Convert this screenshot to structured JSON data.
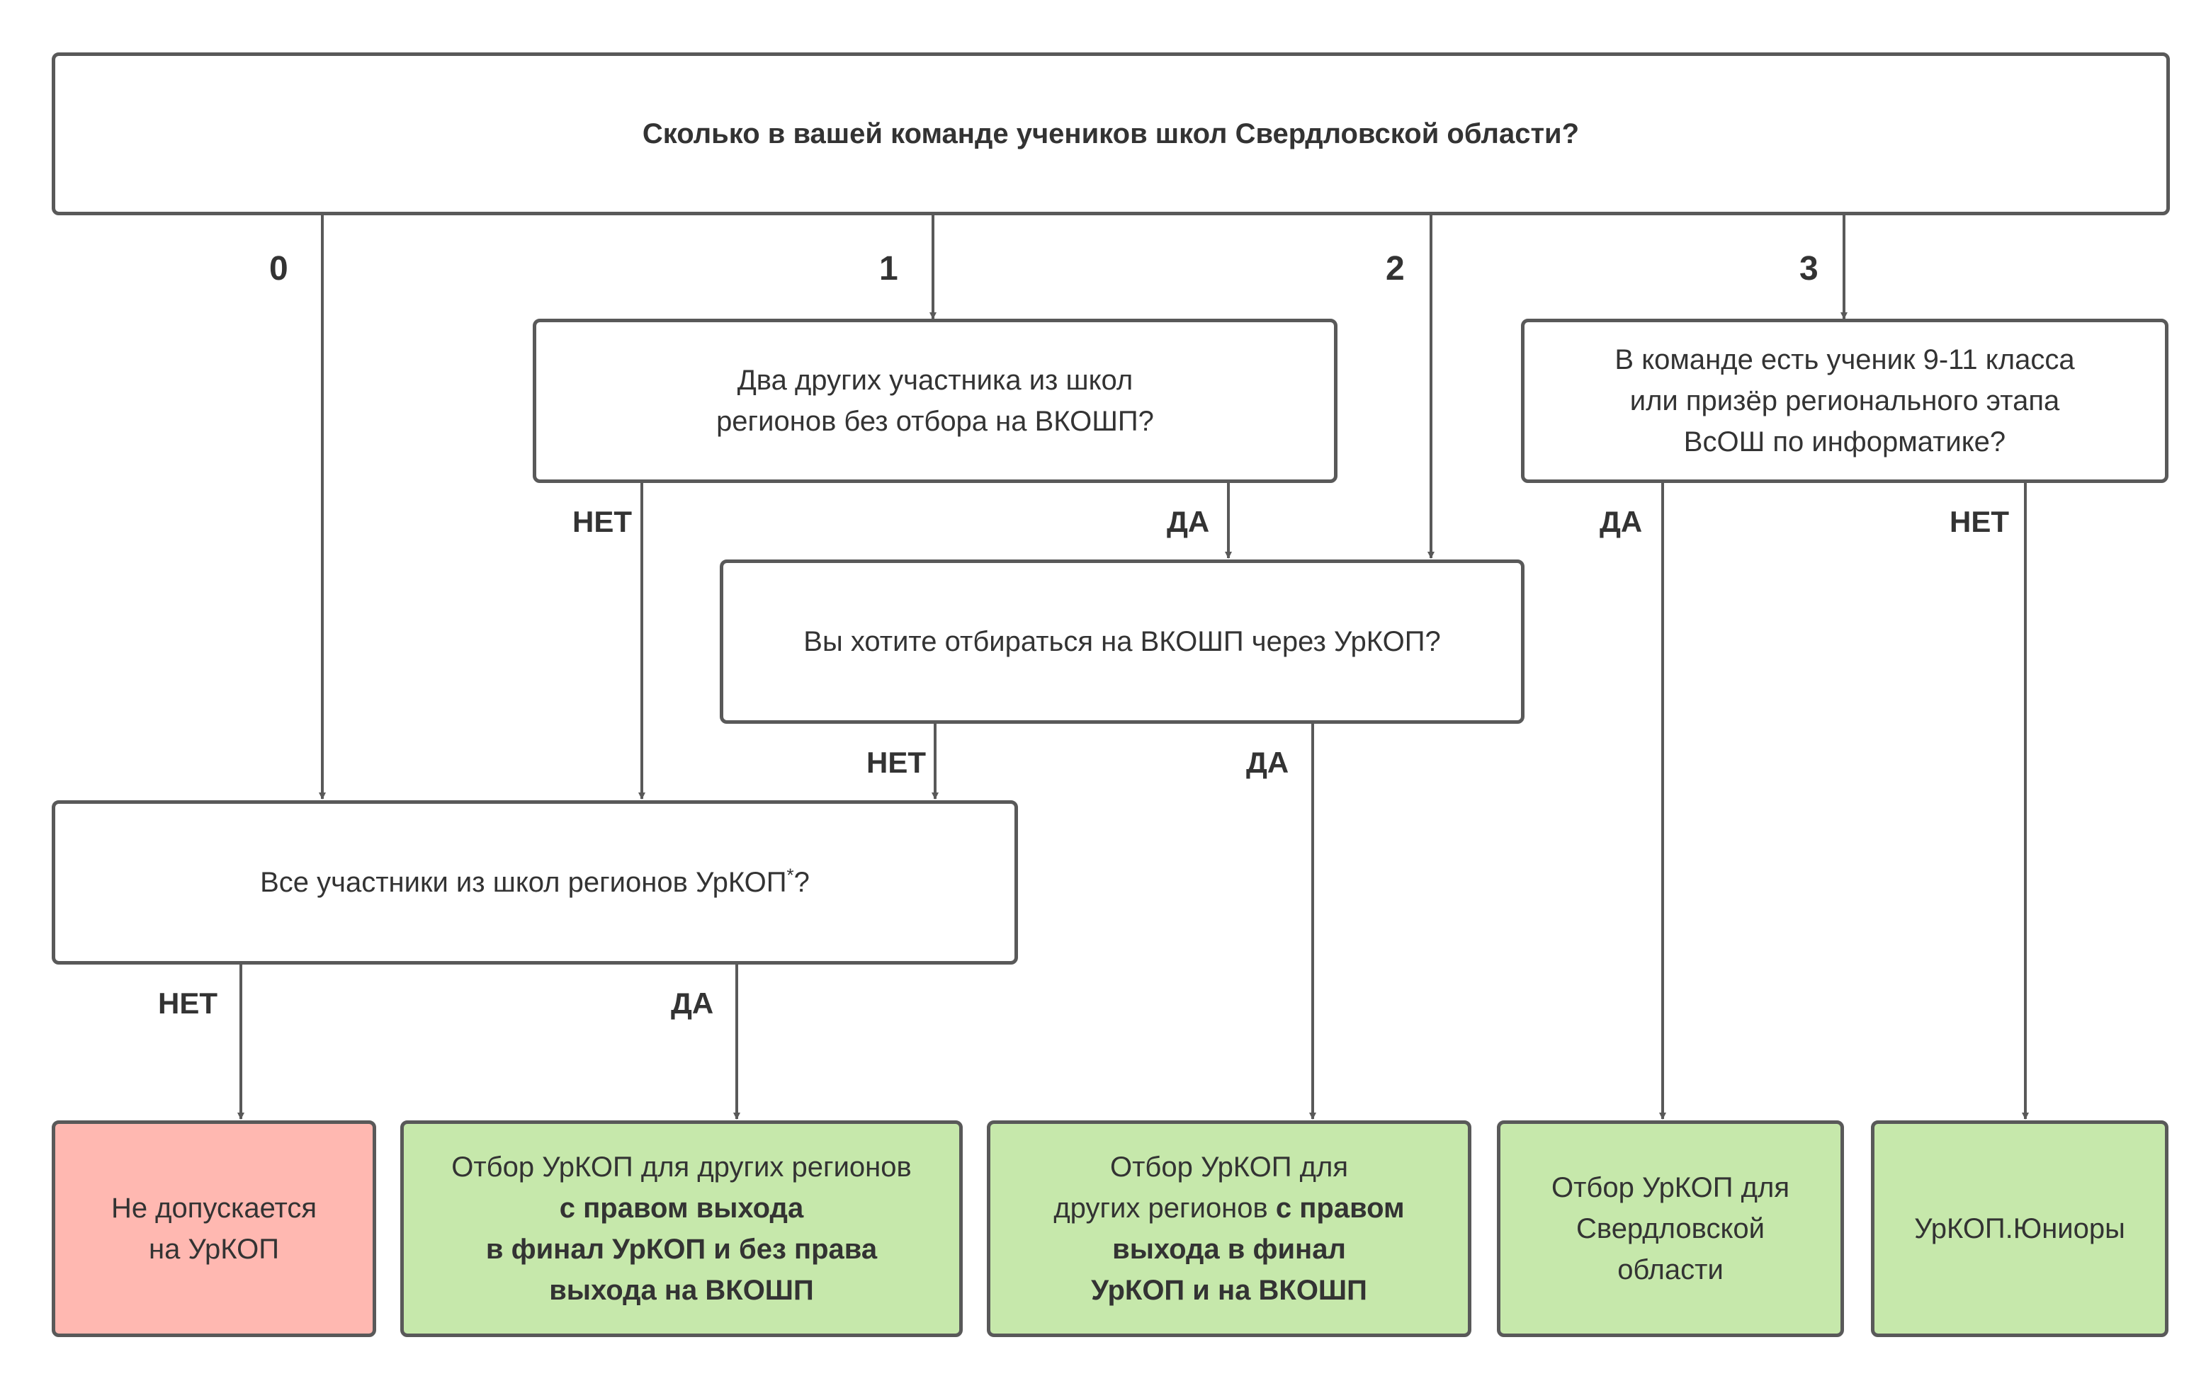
{
  "colors": {
    "line": "#595959",
    "text": "#333333",
    "box_fill": "#ffffff",
    "rejected_fill": "#ffb8b1",
    "result_fill": "#c6e8ab"
  },
  "question_main": "Сколько в вашей команде учеников школ Свердловской области?",
  "question_two_others": {
    "line1": "Два других участника из школ",
    "line2": "регионов без отбора на ВКОШП?"
  },
  "question_grade": {
    "line1": "В команде есть ученик 9-11 класса",
    "line2": "или призёр регионального этапа",
    "line3": "ВсОШ по информатике?"
  },
  "question_vkoshp": "Вы хотите отбираться на ВКОШП через УрКОП?",
  "question_all_regions": {
    "text": "Все участники из школ регионов УрКОП",
    "mark": "*",
    "end": "?"
  },
  "edge_labels": {
    "zero": "0",
    "one": "1",
    "two": "2",
    "three": "3",
    "no_two_others": "НЕТ",
    "yes_two_others": "ДА",
    "yes_grade": "ДА",
    "no_grade": "НЕТ",
    "no_vkoshp": "НЕТ",
    "yes_vkoshp": "ДА",
    "no_all_regions": "НЕТ",
    "yes_all_regions": "ДА"
  },
  "outcomes": {
    "not_admitted": {
      "line1": "Не допускается",
      "line2": "на УрКОП"
    },
    "other_regions_final_only": {
      "line1": "Отбор УрКОП для других регионов",
      "line2": "с правом выхода",
      "line3": "в финал УрКОП и без права",
      "line4": "выхода на ВКОШП"
    },
    "other_regions_final_and_vkoshp": {
      "line1": "Отбор УрКОП для",
      "line2a": "других регионов ",
      "line2b": "с правом",
      "line3": "выхода в финал",
      "line4": "УрКОП и на ВКОШП"
    },
    "sverdlovsk": {
      "line1": "Отбор УрКОП для",
      "line2": "Свердловской",
      "line3": "области"
    },
    "juniors": "УрКОП.Юниоры"
  }
}
